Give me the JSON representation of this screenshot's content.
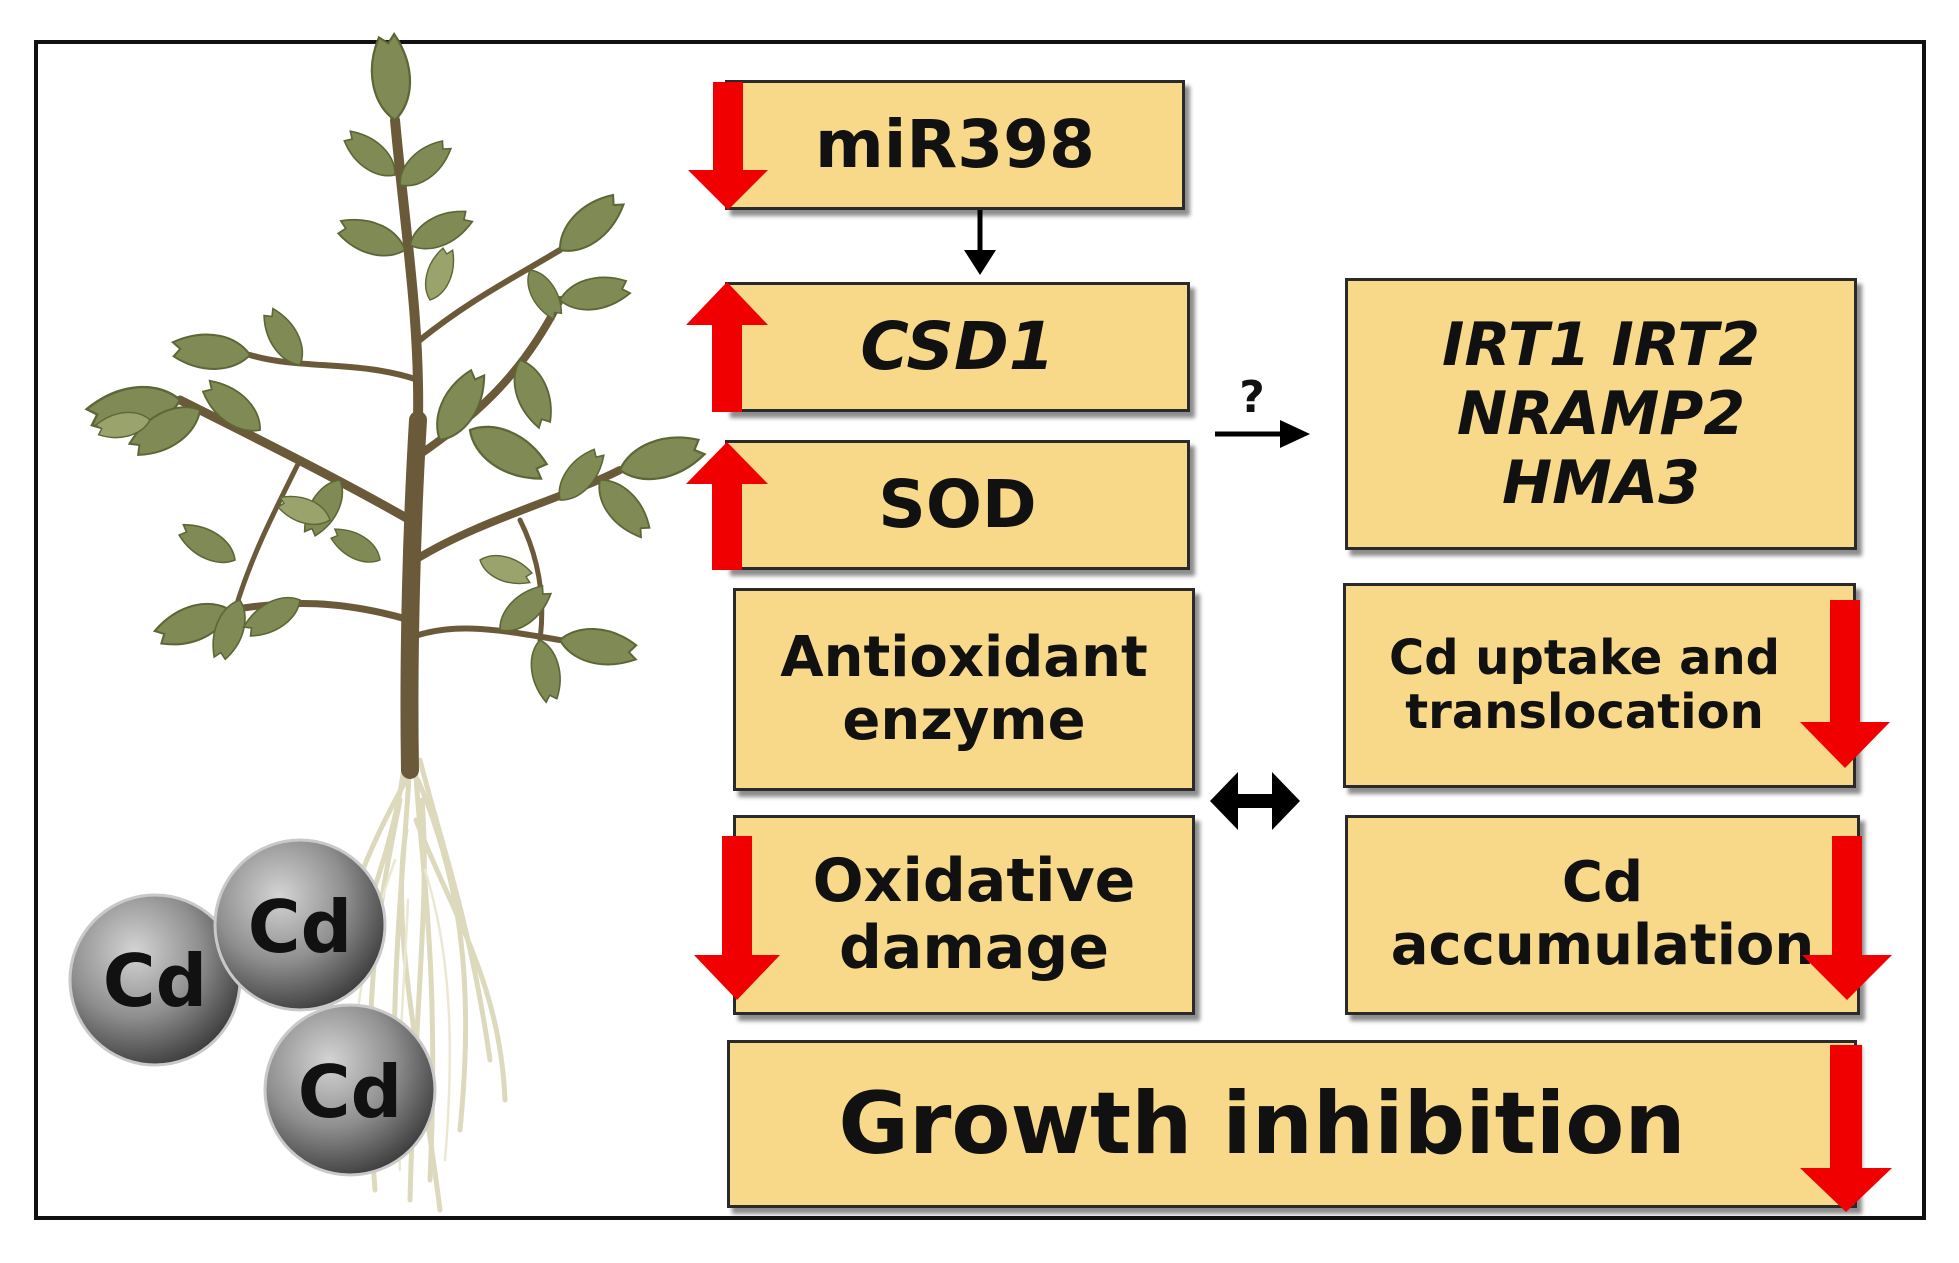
{
  "boxes": {
    "mir398": {
      "line1": "miR398"
    },
    "csd1": {
      "line1": "CSD1"
    },
    "sod": {
      "line1": "SOD"
    },
    "transporters": {
      "line1": "IRT1 IRT2",
      "line2": "NRAMP2",
      "line3": "HMA3"
    },
    "antioxidant": {
      "line1": "Antioxidant",
      "line2": "enzyme"
    },
    "uptake": {
      "line1": "Cd uptake and",
      "line2": "translocation"
    },
    "oxidative": {
      "line1": "Oxidative",
      "line2": "damage"
    },
    "accumulation": {
      "line1": "Cd",
      "line2": "accumulation"
    },
    "growth": {
      "line1": "Growth inhibition"
    }
  },
  "question_mark": "?",
  "cd_balls": [
    "Cd",
    "Cd",
    "Cd"
  ],
  "colors": {
    "box_fill": "#f8d98a",
    "box_border": "#2a2a2a",
    "arrow_red": "#f00000",
    "leaf": "#7f8a54",
    "stem": "#6b5a3a",
    "root": "#ddd9bd"
  }
}
